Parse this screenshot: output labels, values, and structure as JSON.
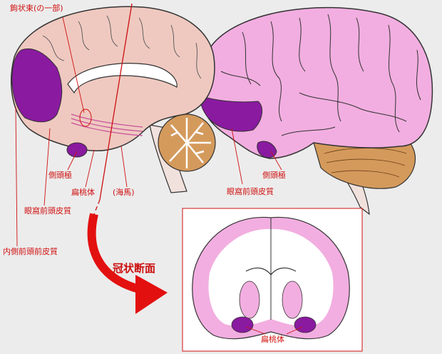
{
  "labels": {
    "uncinate": "鉤状束(の一部)",
    "temporal_pole_left": "側頭極",
    "amygdala_left": "扁桃体",
    "hippocampus": "(海馬)",
    "ofc_left": "眼窩前頭皮質",
    "mpfc": "内側前頭前皮質",
    "ofc_right": "眼窩前頭皮質",
    "temporal_pole_right": "側頭極",
    "coronal_section": "冠状断面",
    "amygdala_section": "扁桃体"
  },
  "colors": {
    "background": "#ececec",
    "brain_pink": "#f2aee0",
    "medial_brain": "#efc9c0",
    "highlight_purple": "#8a1aa0",
    "label_red": "#d01010",
    "cerebellum": "#d49a5c",
    "white_matter": "#ffffff"
  }
}
